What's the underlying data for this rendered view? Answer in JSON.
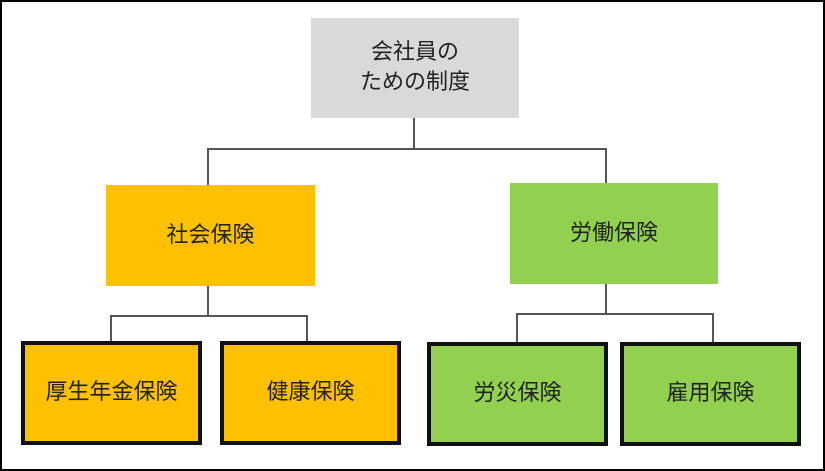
{
  "diagram": {
    "root": {
      "label": "会社員の\nための制度",
      "color": "#d9d9d9"
    },
    "left_branch": {
      "label": "社会保険",
      "color": "#ffc000",
      "children": [
        {
          "label": "厚生年金保険"
        },
        {
          "label": "健康保険"
        }
      ]
    },
    "right_branch": {
      "label": "労働保険",
      "color": "#92d050",
      "children": [
        {
          "label": "労災保険"
        },
        {
          "label": "雇用保険"
        }
      ]
    },
    "line_color": "#555555",
    "border_color": "#111111"
  }
}
